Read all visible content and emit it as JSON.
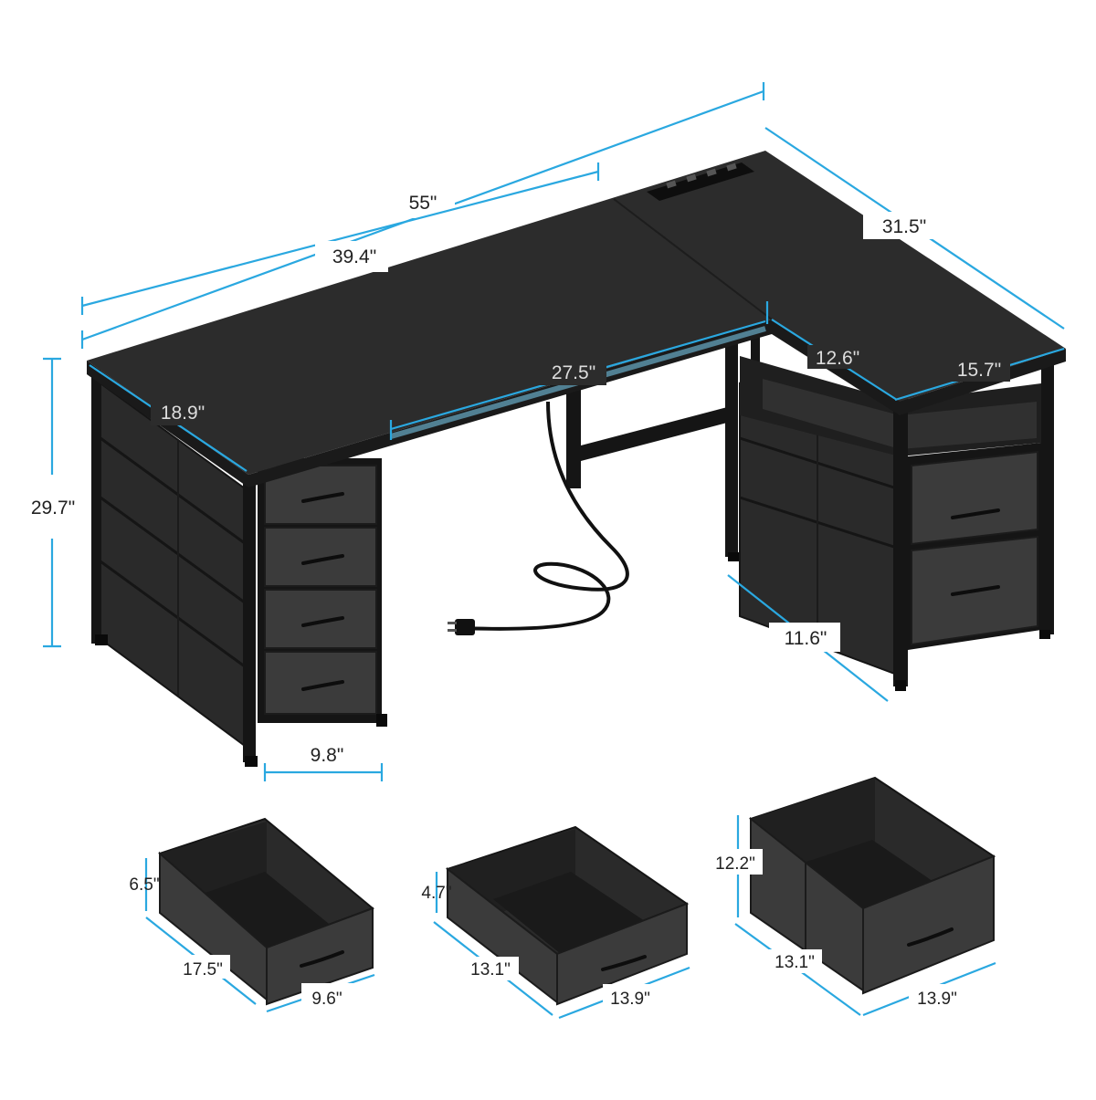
{
  "colors": {
    "dimension_line": "#2aa8e0",
    "desk_top": "#2c2c2c",
    "frame": "#151515",
    "fabric": "#3b3b3b",
    "led_glow": "#7fd4f7",
    "text": "#222222",
    "background": "#ffffff"
  },
  "dimensions": {
    "total_length": "55\"",
    "main_length": "39.4\"",
    "return_length": "31.5\"",
    "main_depth": "18.9\"",
    "inner_length": "27.5\"",
    "return_inner_depth": "12.6\"",
    "return_depth": "15.7\"",
    "height": "29.7\"",
    "drawer_tower_width": "9.8\"",
    "file_cabinet_depth": "11.6\""
  },
  "drawers": [
    {
      "height": "6.5\"",
      "depth": "17.5\"",
      "width": "9.6\""
    },
    {
      "height": "4.7\"",
      "depth": "13.1\"",
      "width": "13.9\""
    },
    {
      "height": "12.2\"",
      "depth": "13.1\"",
      "width": "13.9\""
    }
  ],
  "icons": {
    "power_strip": "power-outlet-icon",
    "plug": "plug-icon"
  }
}
